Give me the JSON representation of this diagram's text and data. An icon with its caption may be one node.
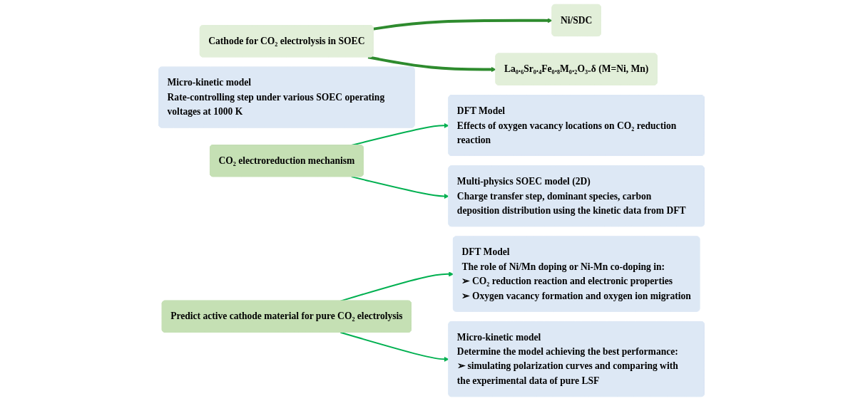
{
  "diagram": {
    "nodes": [
      {
        "text": [
          "Cathode for CO₂ electrolysis in SOEC"
        ]
      },
      {
        "text": [
          "Ni/SDC"
        ]
      },
      {
        "text": [
          "La₀.₆Sr₀.₄Fe₀.₈M₀.₂O₃₋δ (M=Ni, Mn)"
        ]
      },
      {
        "text": [
          "DFT Model",
          "Effects of oxygen vacancy locations on CO₂ reduction reaction"
        ]
      },
      {
        "text": [
          "Micro-kinetic model",
          "Rate-controlling step under various SOEC operating voltages at 1000 K"
        ]
      },
      {
        "text": [
          "Multi-physics SOEC model (2D)",
          "Charge transfer step, dominant species, carbon deposition distribution using the kinetic data from DFT"
        ]
      },
      {
        "text": [
          "CO₂ electroreduction mechanism"
        ]
      },
      {
        "text": [
          "DFT Model",
          "The role of Ni/Mn doping or Ni-Mn co-doping in:",
          "➢ CO₂ reduction reaction and electronic properties",
          "➢ Oxygen vacancy formation and oxygen ion migration"
        ]
      },
      {
        "text": [
          "Micro-kinetic model",
          "Determine the model achieving the best performance:",
          "➢ simulating polarization curves and comparing with the experimental data of pure LSF"
        ]
      },
      {
        "text": [
          "Predict active cathode material for pure CO₂ electrolysis"
        ]
      }
    ],
    "edges": [
      {
        "from": 0,
        "to": 1,
        "arrow": "to",
        "style": "thick",
        "color": "#2e8b2e"
      },
      {
        "from": 0,
        "to": 2,
        "arrow": "to",
        "style": "thick",
        "color": "#2e8b2e"
      },
      {
        "from": 6,
        "to": 3,
        "arrow": "to"
      },
      {
        "from": 6,
        "to": 5,
        "arrow": "to"
      },
      {
        "from": 9,
        "to": 7,
        "arrow": "to"
      },
      {
        "from": 9,
        "to": 8,
        "arrow": "to"
      }
    ]
  }
}
